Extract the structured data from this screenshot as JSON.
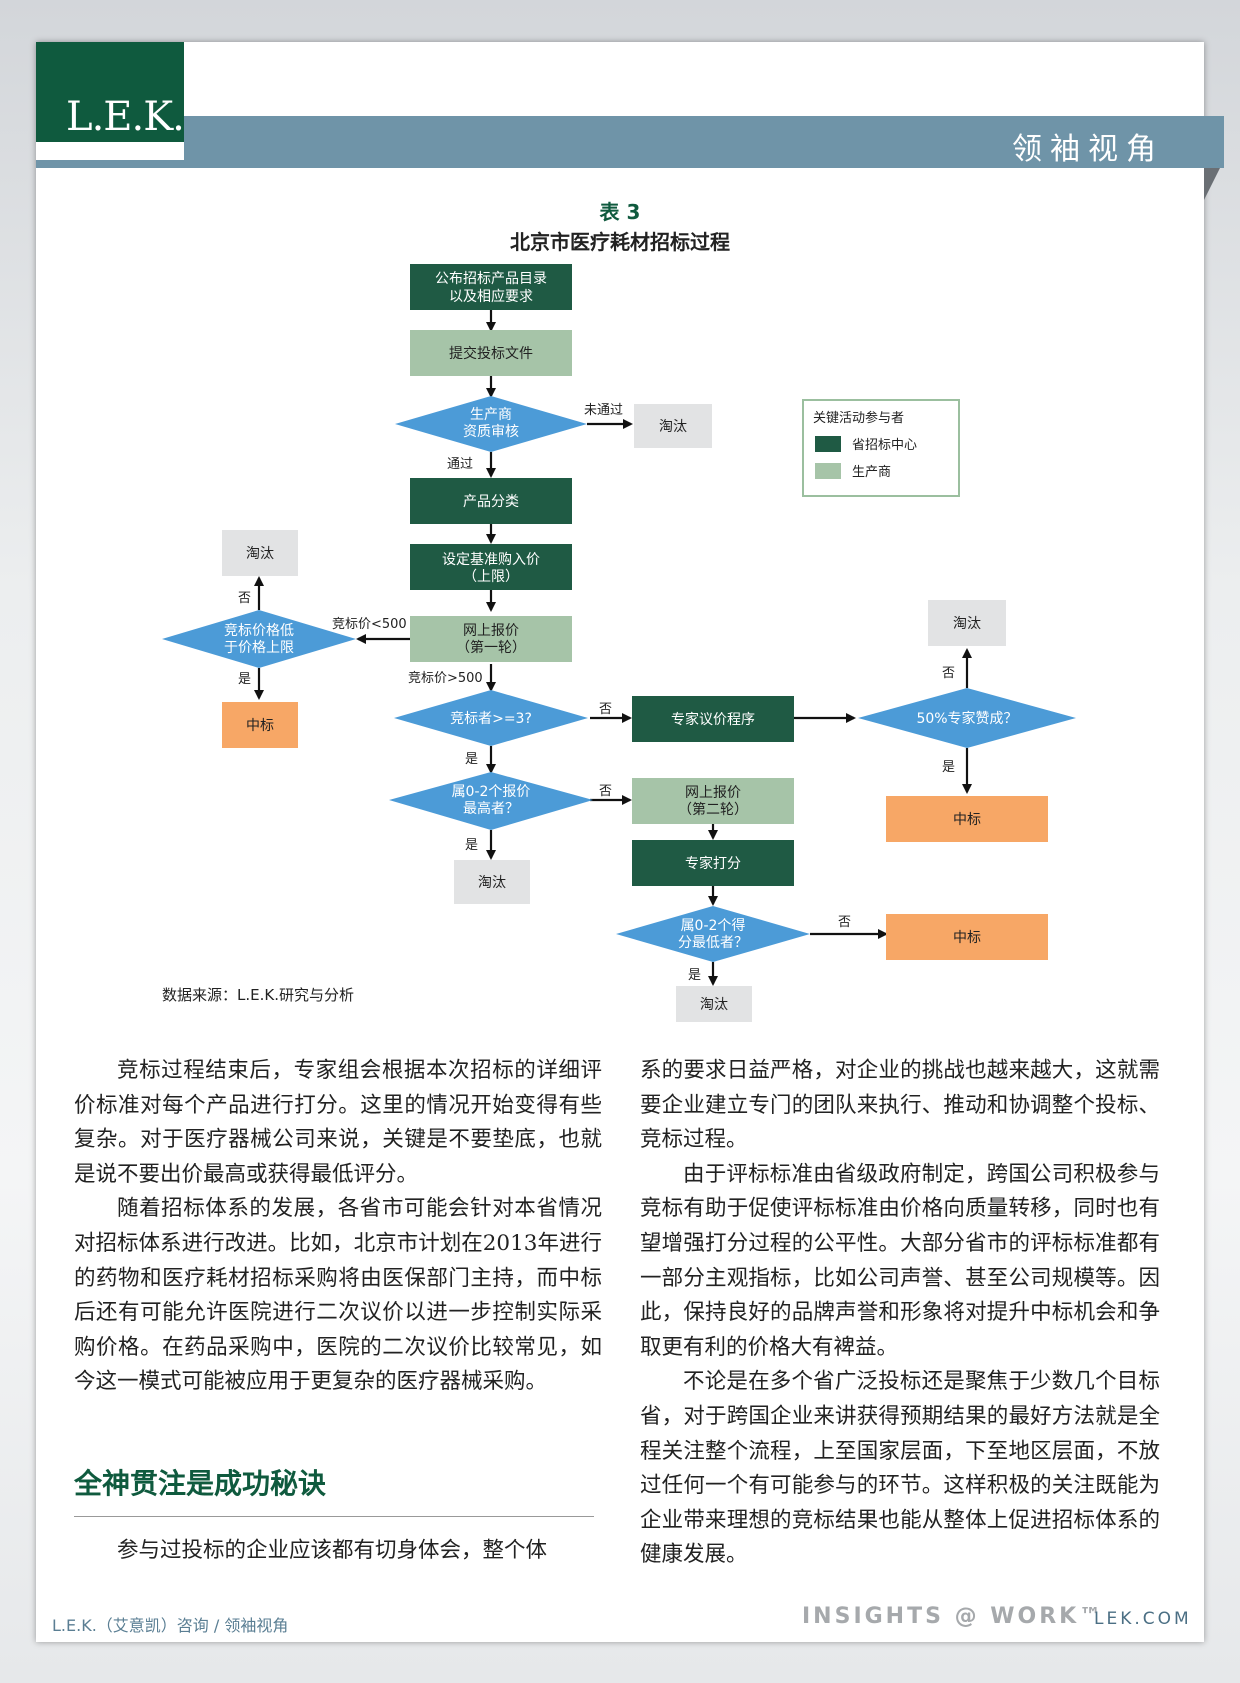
{
  "header": {
    "logo": "L.E.K.",
    "banner": "领袖视角"
  },
  "figure": {
    "number": "表 3",
    "title": "北京市医疗耗材招标过程",
    "source": "数据来源：L.E.K.研究与分析",
    "legend": {
      "title": "关键活动参与者",
      "items": [
        {
          "label": "省招标中心",
          "color": "#1f5a44"
        },
        {
          "label": "生产商",
          "color": "#a6c4a8"
        }
      ]
    },
    "nodes": {
      "publish_l1": "公布招标产品目录",
      "publish_l2": "以及相应要求",
      "submit": "提交投标文件",
      "qual_l1": "生产商",
      "qual_l2": "资质审核",
      "elim1": "淘汰",
      "classify": "产品分类",
      "baseline_l1": "设定基准购入价",
      "baseline_l2": "（上限）",
      "round1_l1": "网上报价",
      "round1_l2": "（第一轮）",
      "pricecheck_l1": "竞标价格低",
      "pricecheck_l2": "于价格上限",
      "elim2": "淘汰",
      "win1": "中标",
      "bidders": "竞标者>=3?",
      "expert_neg": "专家议价程序",
      "vote": "50%专家赞成？",
      "elim3": "淘汰",
      "win2": "中标",
      "top_l1": "属0-2个报价",
      "top_l2": "最高者？",
      "elim4": "淘汰",
      "round2_l1": "网上报价",
      "round2_l2": "（第二轮）",
      "scoring": "专家打分",
      "low_l1": "属0-2个得",
      "low_l2": "分最低者？",
      "win3": "中标",
      "elim5": "淘汰"
    },
    "edge_labels": {
      "fail": "未通过",
      "pass": "通过",
      "lt500": "竞标价<500",
      "gt500": "竞标价>500",
      "no": "否",
      "yes": "是"
    }
  },
  "section_heading": "全神贯注是成功秘诀",
  "left_col": {
    "p1": "竞标过程结束后，专家组会根据本次招标的详细评价标准对每个产品进行打分。这里的情况开始变得有些复杂。对于医疗器械公司来说，关键是不要垫底，也就是说不要出价最高或获得最低评分。",
    "p2": "随着招标体系的发展，各省市可能会针对本省情况对招标体系进行改进。比如，北京市计划在2013年进行的药物和医疗耗材招标采购将由医保部门主持，而中标后还有可能允许医院进行二次议价以进一步控制实际采购价格。在药品采购中，医院的二次议价比较常见，如今这一模式可能被应用于更复杂的医疗器械采购。",
    "p3": "参与过投标的企业应该都有切身体会，整个体"
  },
  "right_col": {
    "p1": "系的要求日益严格，对企业的挑战也越来越大，这就需要企业建立专门的团队来执行、推动和协调整个投标、竞标过程。",
    "p2": "由于评标标准由省级政府制定，跨国公司积极参与竞标有助于促使评标标准由价格向质量转移，同时也有望增强打分过程的公平性。大部分省市的评标标准都有一部分主观指标，比如公司声誉、甚至公司规模等。因此，保持良好的品牌声誉和形象将对提升中标机会和争取更有利的价格大有裨益。",
    "p3": "不论是在多个省广泛投标还是聚焦于少数几个目标省，对于跨国企业来讲获得预期结果的最好方法就是全程关注整个流程，上至国家层面，下至地区层面，不放过任何一个有可能参与的环节。这样积极的关注既能为企业带来理想的竞标结果也能从整体上促进招标体系的健康发展。"
  },
  "footer": {
    "left": "L.E.K.（艾意凯）咨询 / 领袖视角",
    "mid": "INSIGHTS @ WORK™",
    "right": "LEK.COM"
  }
}
